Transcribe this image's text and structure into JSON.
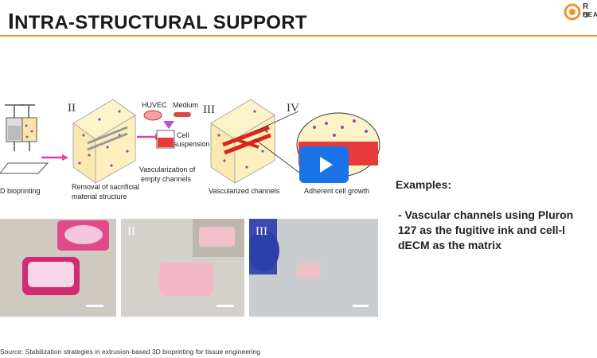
{
  "slide": {
    "title": "INTRA-STRUCTURAL SUPPORT",
    "title_first": "I",
    "title_rest": "NTRA-STRUCTURAL SUPPORT",
    "logo_line1": "R O",
    "logo_line2": "HEAL"
  },
  "figure": {
    "step_labels": [
      "II",
      "III",
      "IV"
    ],
    "caption_bioprinting": "D bioprinting",
    "caption_removal_1": "Removal of sacrificial",
    "caption_removal_2": "material  structure",
    "caption_vascularization_1": "Vascularization of",
    "caption_vascularization_2": "empty channels",
    "caption_vascularized": "Vascularized channels",
    "caption_adherent": "Adherent cell growth",
    "label_huvec": "HUVEC",
    "label_medium": "Medium",
    "label_cell_1": "Cell",
    "label_cell_2": "suspension",
    "photo_labels": [
      "II",
      "III"
    ]
  },
  "examples": {
    "heading": "Examples:",
    "lines": [
      "- Vascular channels using Pluron",
      "127 as the fugitive ink and cell-l",
      "dECM as the matrix"
    ]
  },
  "source": "Source: Stabilization strategies in extrusion-based 3D bioprinting for tissue engineering",
  "video": {
    "icon": "play-icon"
  },
  "colors": {
    "accent": "#f0932b",
    "play": "#1a73e8",
    "pink": "#e8457a",
    "channel": "#d8261f"
  }
}
